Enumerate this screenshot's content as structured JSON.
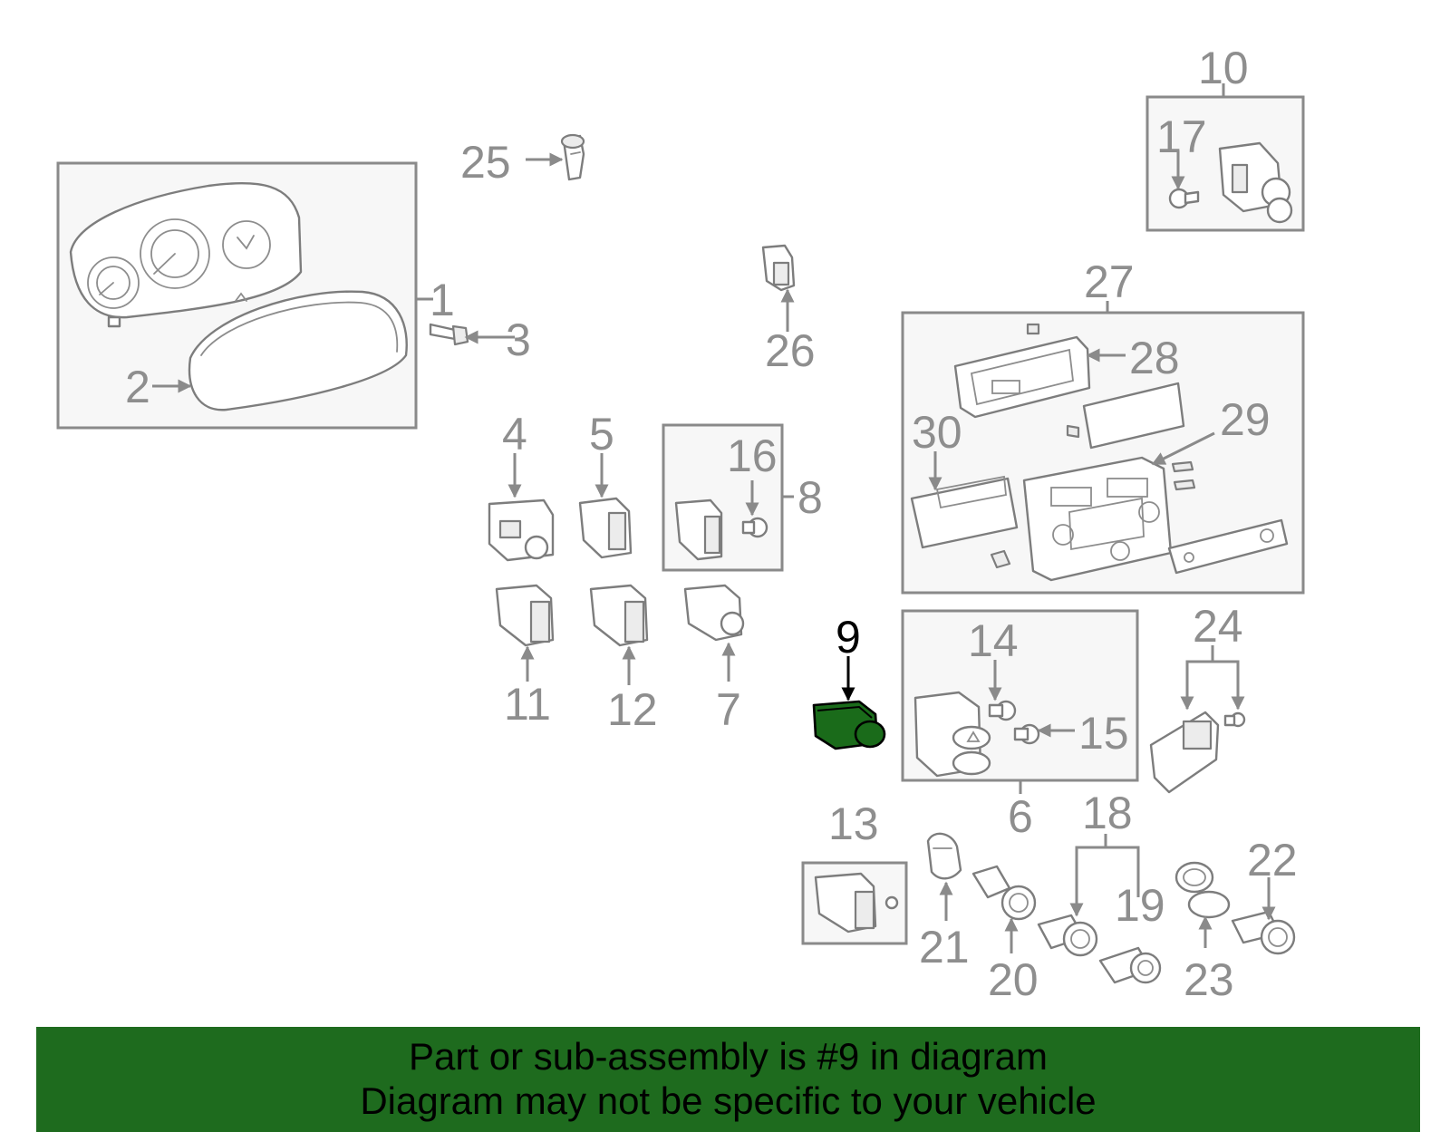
{
  "diagram": {
    "highlighted_callout": "9",
    "highlight_color": "#1e6b1e",
    "callouts": {
      "c1": "1",
      "c2": "2",
      "c3": "3",
      "c4": "4",
      "c5": "5",
      "c6": "6",
      "c7": "7",
      "c8": "8",
      "c9": "9",
      "c10": "10",
      "c11": "11",
      "c12": "12",
      "c13": "13",
      "c14": "14",
      "c15": "15",
      "c16": "16",
      "c17": "17",
      "c18": "18",
      "c19": "19",
      "c20": "20",
      "c21": "21",
      "c22": "22",
      "c23": "23",
      "c24": "24",
      "c25": "25",
      "c26": "26",
      "c27": "27",
      "c28": "28",
      "c29": "29",
      "c30": "30"
    }
  },
  "banner": {
    "line1": "Part or sub-assembly is #9 in diagram",
    "line2": "Diagram may not be specific to your vehicle"
  }
}
